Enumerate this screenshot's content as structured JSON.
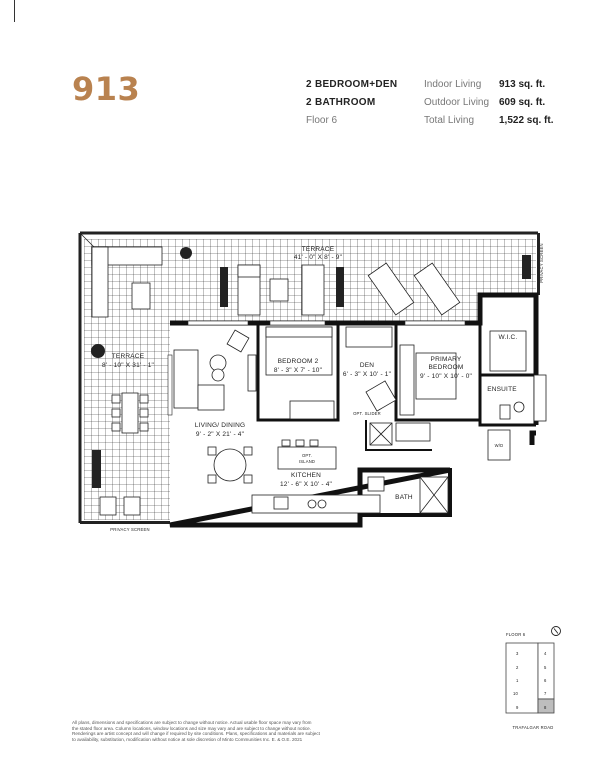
{
  "unit": {
    "number": "913"
  },
  "specs": {
    "bedrooms": "2 BEDROOM+DEN",
    "bathrooms": "2 BATHROOM",
    "floor": "Floor 6",
    "areas": [
      {
        "label": "Indoor Living",
        "value": "913 sq. ft."
      },
      {
        "label": "Outdoor Living",
        "value": "609 sq. ft."
      },
      {
        "label": "Total Living",
        "value": "1,522 sq. ft."
      }
    ]
  },
  "plan": {
    "terrace_top": {
      "name": "TERRACE",
      "dims": "41' - 0\" X 8' - 9\""
    },
    "terrace_left": {
      "name": "TERRACE",
      "dims": "8' - 10\" X 31' - 1\""
    },
    "living": {
      "name": "LIVING/ DINING",
      "dims": "9' - 2\" X 21' - 4\""
    },
    "bedroom2": {
      "name": "BEDROOM 2",
      "dims": "8' - 3\" X 7' - 10\""
    },
    "den": {
      "name": "DEN",
      "dims": "6' - 3\" X 10' - 1\""
    },
    "primary": {
      "name": "PRIMARY",
      "name2": "BEDROOM",
      "dims": "9' - 10\" X 10' - 0\""
    },
    "kitchen": {
      "name": "KITCHEN",
      "dims": "12' - 6\" X 10' - 4\""
    },
    "wic": "W.I.C.",
    "ensuite": "ENSUITE",
    "bath": "BATH",
    "wd": "W/D",
    "island": {
      "l1": "OPT.",
      "l2": "ISLAND"
    },
    "opt_slider": "OPT. SLIDER",
    "privacy_top": "PRIVACY SCREEN",
    "privacy_bottom": "PRIVACY SCREEN"
  },
  "keyplan": {
    "floor_label": "FLOOR 6",
    "road": "TRAFALGAR ROAD",
    "units": [
      "3",
      "4",
      "2",
      "5",
      "1",
      "6",
      "10",
      "7",
      "9",
      "8"
    ]
  },
  "disclaimer": [
    "All plans, dimensions and specifications are subject to change without notice. Actual usable floor space may vary from",
    "the stated floor area. Column locations, window locations and size may vary and are subject to change without notice.",
    "Renderings are artist concept and will change if required by site conditions. Plans, specifications and materials are subject",
    "to availability, substitution, modification without notice at sole discretion of Minto Communities Inc.  E. & O.E. 2021"
  ]
}
